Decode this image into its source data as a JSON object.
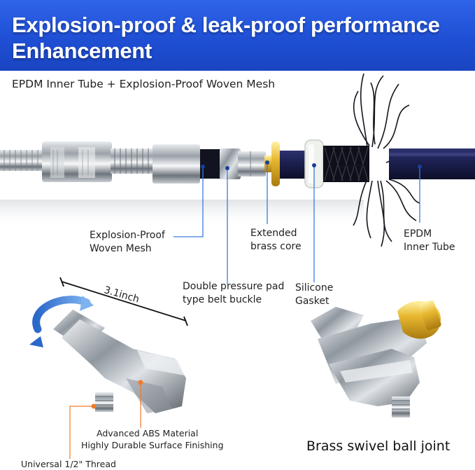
{
  "banner": {
    "line1": "Explosion-proof & leak-proof performance",
    "line2": "Enhancement"
  },
  "subtitle": "EPDM Inner Tube + Explosion-Proof Woven Mesh",
  "labels": {
    "woven_mesh": [
      "Explosion-Proof",
      "Woven Mesh"
    ],
    "brass_core": [
      "Extended",
      "brass core"
    ],
    "epdm_tube": [
      "EPDM",
      "Inner Tube"
    ],
    "buckle": [
      "Double pressure pad",
      "type belt buckle"
    ],
    "gasket": [
      "Silicone",
      "Gasket"
    ]
  },
  "dimension": "3.1inch",
  "bracket": {
    "material": "Advanced  ABS Material",
    "finish": "Highly Durable Surface Finishing",
    "thread": "Universal 1/2\" Thread"
  },
  "caption": "Brass swivel ball joint",
  "colors": {
    "banner_blue": "#1f4fd4",
    "leader_line": "#3a7be0",
    "marker_dot": "#f07a2a",
    "hose_navy": "#1c1f4e",
    "brass": "#e8b830"
  }
}
